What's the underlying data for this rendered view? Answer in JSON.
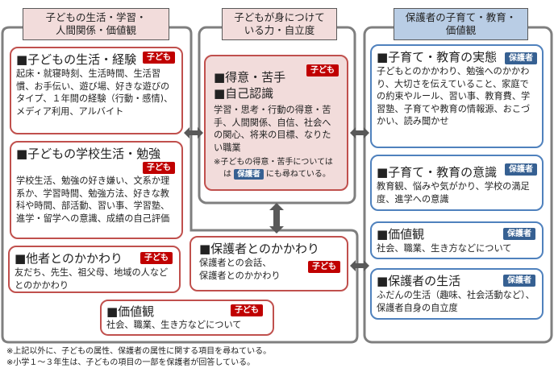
{
  "headers": {
    "left": "子どもの生活・学習・\n人間関係・価値観",
    "middle": "子どもが身につけて\nいる力・自立度",
    "right": "保護者の子育て・教育・\n価値観"
  },
  "tags": {
    "child": "子ども",
    "parent": "保護者"
  },
  "left": [
    {
      "title": "■子どもの生活・経験",
      "text": "起床・就寝時刻、生活時間、生活習慣、お手伝い、遊び場、好きな遊びのタイプ、１年間の経験（行動・感情)、メディア利用、アルバイト"
    },
    {
      "title": "■子どもの学校生活・勉強",
      "text": "学校生活、勉強の好き嫌い、文系か理系か、学習時間、勉強方法、好きな教科や時間、部活動、習い事、学習塾、進学・留学への意識、成績の自己評価"
    },
    {
      "title": "■他者とのかかわり",
      "text": "友だち、先生、祖父母、地域の人などとのかかわり"
    }
  ],
  "middle": {
    "title1": "■得意・苦手",
    "title2": "■自己認識",
    "text": "学習・思考・行動の得意・苦手、人間関係、自信、社会への関心、将来の目標、なりたい職業",
    "note_pre": "※子どもの得意・苦手については",
    "note_mid": "は",
    "note_post": "にも尋ねている。"
  },
  "bottom": [
    {
      "title": "■保護者とのかかわり",
      "text": "保護者との会話、\n保護者とのかかわり"
    },
    {
      "title": "■価値観",
      "text": "社会、職業、生き方などについて"
    }
  ],
  "right": [
    {
      "title": "■子育て・教育の実態",
      "text": "子どもとのかかわり、勉強へのかかわり、大切さを伝えていること、家庭での約束やルール、習い事、教育費、学習塾、子育てや教育の情報源、おこづかい、読み聞かせ"
    },
    {
      "title": "■子育て・教育の意識",
      "text": "教育観、悩みや気がかり、学校の満足度、進学への意識"
    },
    {
      "title": "■価値観",
      "text": "社会、職業、生き方などについて"
    },
    {
      "title": "■保護者の生活",
      "text": "ふだんの生活（趣味、社会活動など）、保護者自身の自立度"
    }
  ],
  "notes": [
    "※上記以外に、子どもの属性、保護者の属性に関する項目を尋ねている。",
    "※小学１～３年生は、子どもの項目の一部を保護者が回答している。"
  ],
  "colors": {
    "child": "#c00000",
    "parent": "#366092",
    "red_border": "#c0504d",
    "blue_border": "#4f81bd"
  }
}
